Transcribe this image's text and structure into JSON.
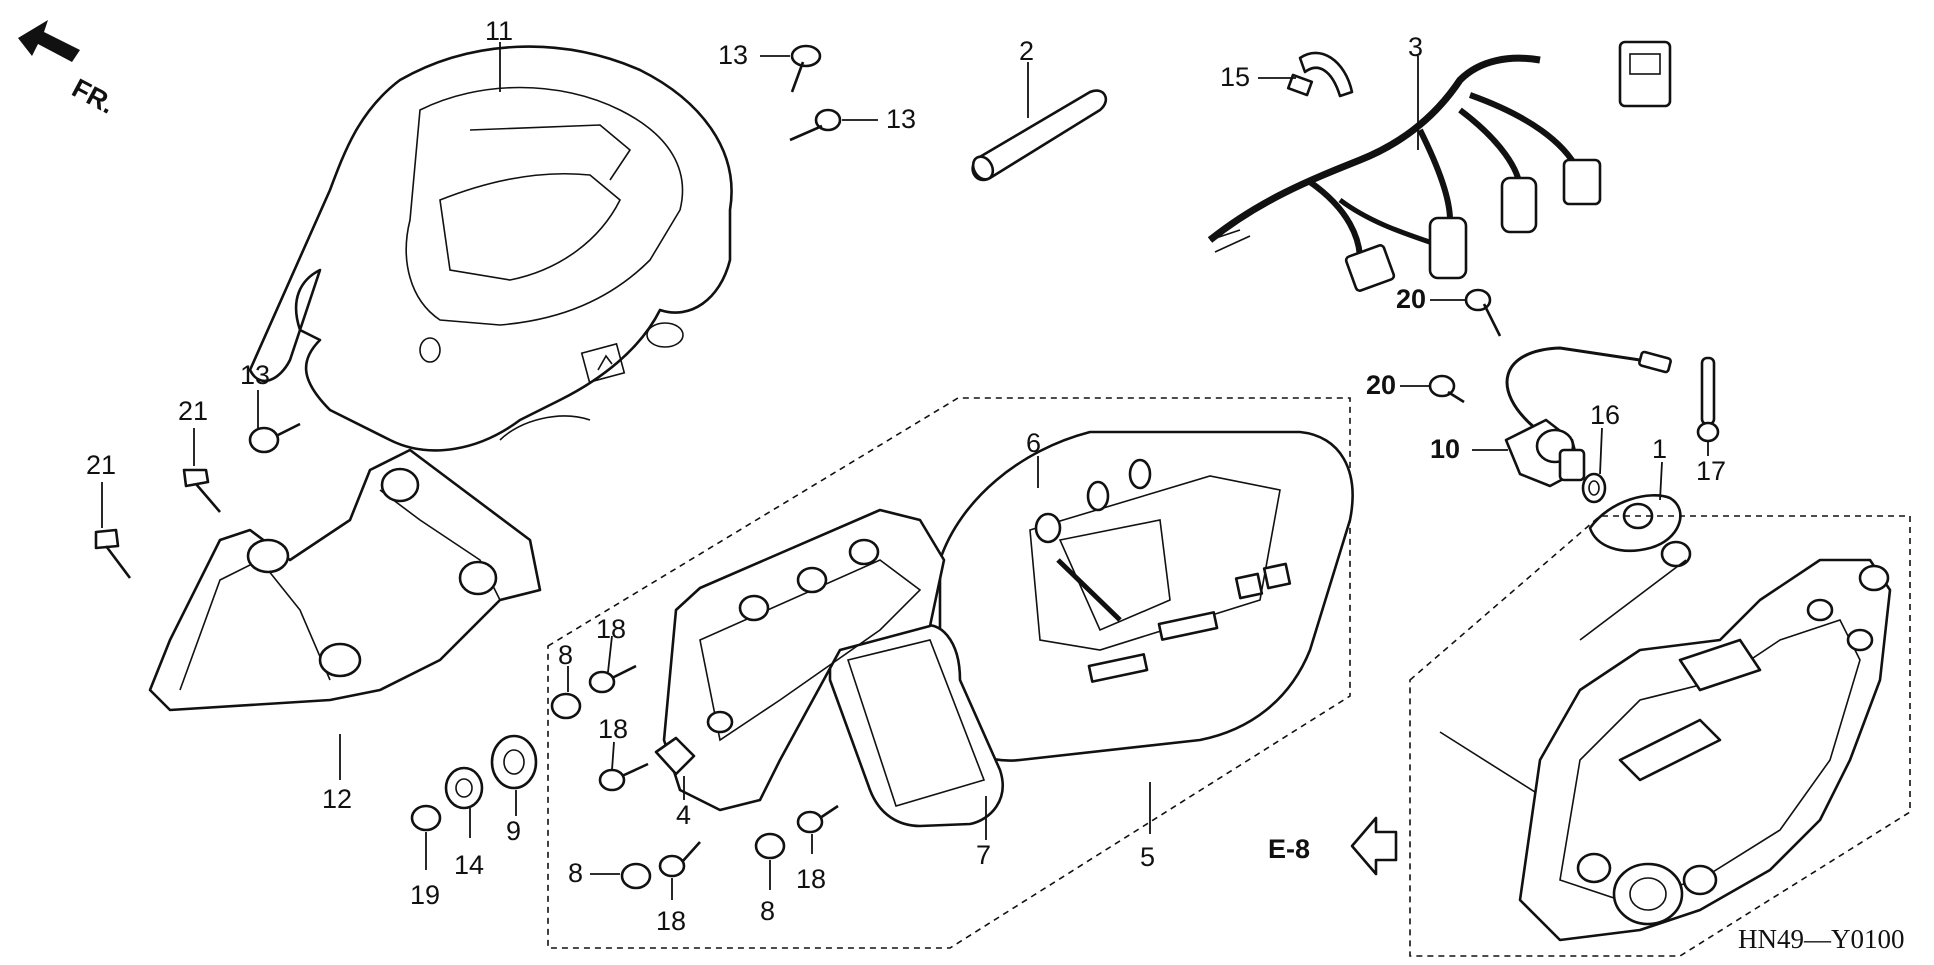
{
  "orientation": {
    "text": "FR.",
    "icon": "front-direction-arrow-icon"
  },
  "parts": [
    {
      "id": "11",
      "name": "meter-cover-part-11"
    },
    {
      "id": "13",
      "name": "screw-part-13"
    },
    {
      "id": "2",
      "name": "tube-part-2"
    },
    {
      "id": "15",
      "name": "clip-part-15"
    },
    {
      "id": "3",
      "name": "wire-harness-part-3"
    },
    {
      "id": "20",
      "name": "bolt-part-20"
    },
    {
      "id": "10",
      "name": "speed-sensor-part-10"
    },
    {
      "id": "16",
      "name": "o-ring-part-16"
    },
    {
      "id": "1",
      "name": "gasket-part-1"
    },
    {
      "id": "17",
      "name": "band-part-17"
    },
    {
      "id": "21",
      "name": "bolt-part-21"
    },
    {
      "id": "12",
      "name": "meter-bracket-part-12"
    },
    {
      "id": "6",
      "name": "meter-case-part-6"
    },
    {
      "id": "8",
      "name": "nut-part-8"
    },
    {
      "id": "18",
      "name": "screw-part-18"
    },
    {
      "id": "4",
      "name": "grommet-part-4"
    },
    {
      "id": "7",
      "name": "meter-packing-part-7"
    },
    {
      "id": "5",
      "name": "meter-assembly-part-5"
    },
    {
      "id": "9",
      "name": "rubber-mount-part-9"
    },
    {
      "id": "14",
      "name": "collar-part-14"
    },
    {
      "id": "19",
      "name": "washer-part-19"
    }
  ],
  "labels": {
    "l11": "11",
    "l13a": "13",
    "l13b": "13",
    "l13c": "13",
    "l2": "2",
    "l15": "15",
    "l3": "3",
    "l20a": "20",
    "l20b": "20",
    "l10": "10",
    "l16": "16",
    "l1": "1",
    "l17": "17",
    "l21a": "21",
    "l21b": "21",
    "l12": "12",
    "l6": "6",
    "l8a": "8",
    "l8b": "8",
    "l8c": "8",
    "l18a": "18",
    "l18b": "18",
    "l18c": "18",
    "l18d": "18",
    "l4": "4",
    "l7": "7",
    "l5": "5",
    "l9": "9",
    "l14": "14",
    "l19": "19"
  },
  "reference": {
    "text": "E-8",
    "icon": "reference-arrow-icon"
  },
  "diagram_code": "HN49—Y0100"
}
